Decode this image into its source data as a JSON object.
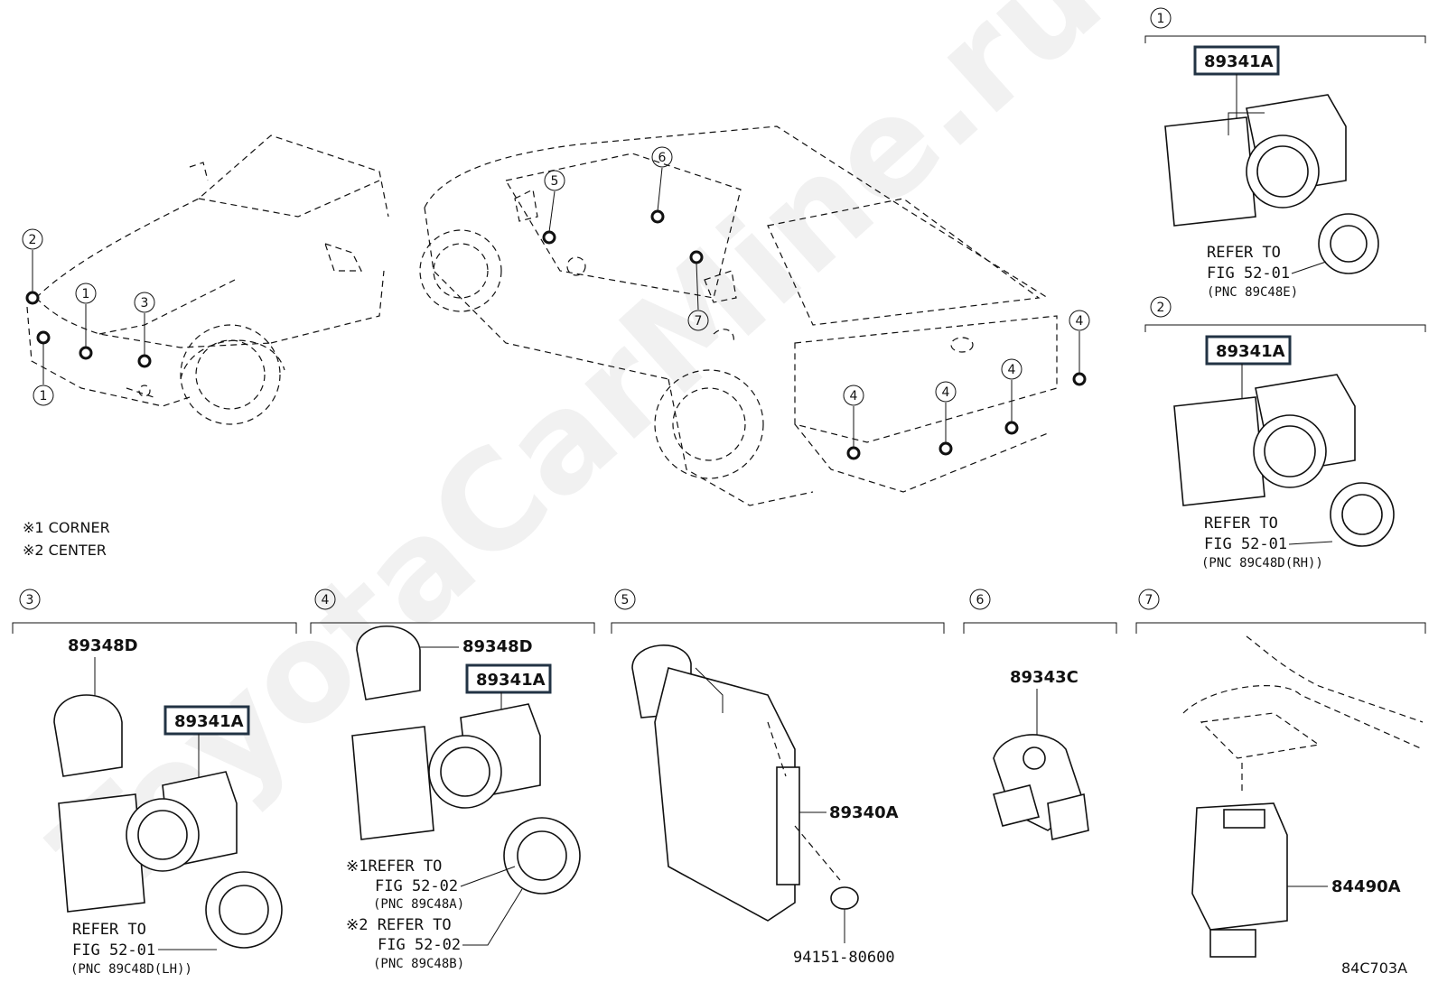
{
  "watermark": "ToyotaCarMine.ru",
  "figure_code": "84C703A",
  "legend": {
    "note1": "※1 CORNER",
    "note2": "※2 CENTER"
  },
  "sensor_callouts": [
    "1",
    "2",
    "3",
    "4",
    "5",
    "6",
    "7"
  ],
  "panels": {
    "p1": {
      "num": "1",
      "part": "89341A",
      "refer1": "REFER TO",
      "refer2": "FIG 52-01",
      "pnc": "(PNC 89C48E)"
    },
    "p2": {
      "num": "2",
      "part": "89341A",
      "refer1": "REFER TO",
      "refer2": "FIG 52-01",
      "pnc": "(PNC 89C48D(RH))"
    },
    "p3": {
      "num": "3",
      "cover": "89348D",
      "part": "89341A",
      "refer1": "REFER TO",
      "refer2": "FIG 52-01",
      "pnc": "(PNC 89C48D(LH))"
    },
    "p4": {
      "num": "4",
      "cover": "89348D",
      "part": "89341A",
      "refer1a": "※1REFER TO",
      "refer1b": "FIG 52-02",
      "pnc1": "(PNC 89C48A)",
      "refer2a": "※2 REFER TO",
      "refer2b": "FIG 52-02",
      "pnc2": "(PNC 89C48B)"
    },
    "p5": {
      "num": "5",
      "ecu": "89340A",
      "clip": "94151-80600"
    },
    "p6": {
      "num": "6",
      "part": "89343C"
    },
    "p7": {
      "num": "7",
      "part": "84490A"
    }
  }
}
